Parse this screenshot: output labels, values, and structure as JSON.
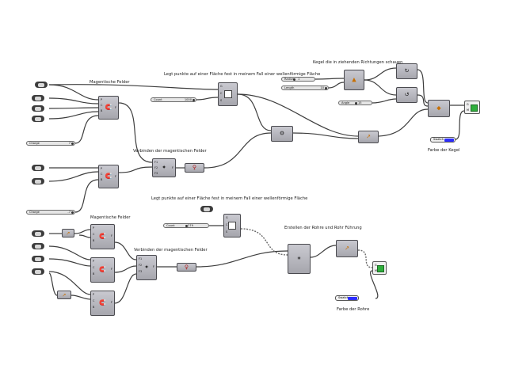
{
  "notes": {
    "n1": "Magentische Felder",
    "n2": "Legt punkte auf einer Fläche fest in meinem Fall einer wellenförmige Fläche",
    "n3": "Kegel die in ziehenden Richtungen schauen",
    "n4": "Verbinden der magentischen Felder",
    "n5": "Farbe der Kegel",
    "n6": "Legt punkte auf einer Fläche fest in meinem Fall einer wellenförmige Fläche",
    "n7": "Magentische Felder",
    "n8": "Erstellen der Rohre und Rohr Führung",
    "n9": "Verbinden der magentischen Felder",
    "n10": "Farbe der Rohre"
  },
  "sliders": {
    "count1": {
      "label": "Count",
      "value": "1000"
    },
    "charge1": {
      "label": "Charge",
      "value": "7"
    },
    "charge2": {
      "label": "Charge",
      "value": "-7"
    },
    "radius": {
      "label": "Radius",
      "value": "1"
    },
    "length": {
      "label": "Length",
      "value": "10"
    },
    "angle": {
      "label": "Angle",
      "value": "15"
    },
    "count2": {
      "label": "Count",
      "value": "279"
    }
  },
  "swatches": {
    "s1": {
      "label": "Swatch",
      "color": "#2c2cff"
    },
    "s2": {
      "label": "Swatch",
      "color": "#2c2cff"
    }
  },
  "params": {
    "popul": [
      "G",
      "C",
      "S"
    ],
    "field": [
      "P",
      "C",
      "B"
    ],
    "merge": [
      "F1",
      "F2",
      "F3"
    ],
    "field_out": "F",
    "merge_out": "F",
    "preview": [
      "G",
      "M"
    ]
  },
  "icons": {
    "point_charge": "magnet-icon",
    "merge_fields": "merge-fields-icon",
    "field_line": "field-line-icon",
    "populate": "populate-geometry-icon",
    "cone": "cone-icon",
    "preview": "custom-preview-icon",
    "pipe": "pipe-icon"
  }
}
